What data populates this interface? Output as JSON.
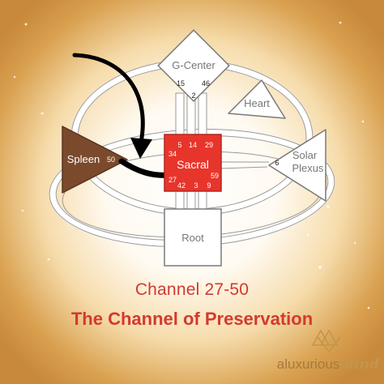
{
  "centers": {
    "g_center": {
      "label": "G-Center",
      "gates": [
        "15",
        "46",
        "2"
      ]
    },
    "heart": {
      "label": "Heart"
    },
    "spleen": {
      "label": "Spleen",
      "gate": "50"
    },
    "sacral": {
      "label": "Sacral",
      "gates_top": [
        "5",
        "14",
        "29"
      ],
      "gate_left_top": "34",
      "gate_left_bottom": "27",
      "gate_right": "59",
      "gates_bottom": [
        "42",
        "3",
        "9"
      ]
    },
    "solar_plexus": {
      "label_line1": "Solar",
      "label_line2": "Plexus",
      "gate": "6"
    },
    "root": {
      "label": "Root"
    }
  },
  "caption": {
    "subtitle": "Channel 27-50",
    "title": "The Channel of Preservation"
  },
  "brand": {
    "name": "aluxurious",
    "name_accent": "mind"
  },
  "colors": {
    "spleen": "#7b4a2c",
    "sacral": "#e8352b",
    "caption": "#d33a2f",
    "channel": "#000000",
    "outline": "#8a8a8a",
    "brand": "#a57a3c"
  }
}
